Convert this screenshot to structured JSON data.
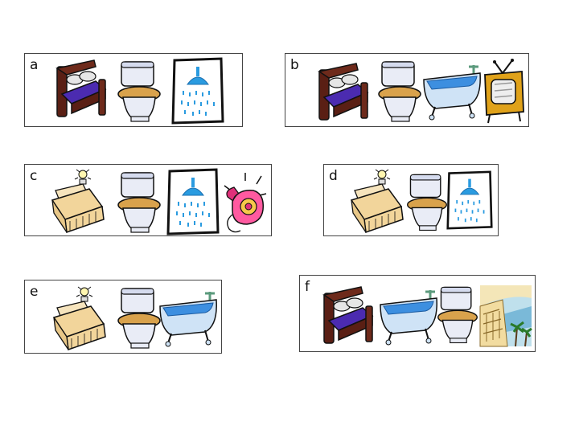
{
  "options": [
    {
      "letter": "a",
      "items": [
        "double-bed",
        "toilet",
        "shower"
      ]
    },
    {
      "letter": "b",
      "items": [
        "double-bed",
        "toilet",
        "bathtub",
        "television"
      ]
    },
    {
      "letter": "c",
      "items": [
        "single-bed-with-lamp",
        "toilet",
        "shower",
        "telephone"
      ]
    },
    {
      "letter": "d",
      "items": [
        "single-bed-with-lamp",
        "toilet",
        "shower"
      ]
    },
    {
      "letter": "e",
      "items": [
        "single-bed-with-lamp",
        "toilet",
        "bathtub"
      ]
    },
    {
      "letter": "f",
      "items": [
        "double-bed",
        "bathtub",
        "toilet",
        "balcony-sea-view"
      ]
    }
  ],
  "colors": {
    "bed_frame": "#5a1f14",
    "bed_blanket": "#4b2bb0",
    "bed_pillow": "#e6e6e6",
    "single_bed": "#f2d59b",
    "toilet_body": "#e9ecf6",
    "toilet_seat": "#d9a24c",
    "shower": "#2a9be0",
    "bathtub": "#cfe3f6",
    "bathtub_water": "#3d8fe0",
    "tv_body": "#e0a21a",
    "phone": "#e0307a",
    "outline": "#111111"
  }
}
